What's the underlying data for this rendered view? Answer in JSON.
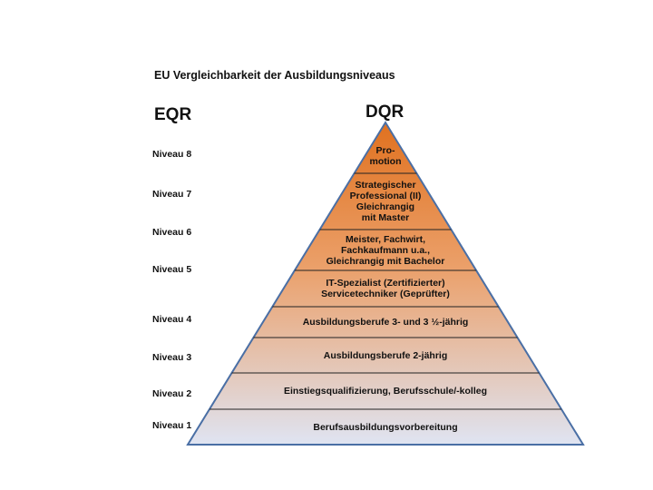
{
  "title": "EU Vergleichbarkeit der Ausbildungsniveaus",
  "eqr_label": "EQR",
  "dqr_label": "DQR",
  "eqr_levels": [
    "Niveau 8",
    "Niveau 7",
    "Niveau 6",
    "Niveau 5",
    "Niveau 4",
    "Niveau 3",
    "Niveau 2",
    "Niveau 1"
  ],
  "dqr_levels": [
    [
      "Pro-",
      "motion"
    ],
    [
      "Strategischer",
      "Professional (II)",
      "Gleichrangig",
      "mit Master"
    ],
    [
      "Meister, Fachwirt,",
      "Fachkaufmann u.a.,",
      "Gleichrangig mit Bachelor"
    ],
    [
      "IT-Spezialist (Zertifizierter)",
      "Servicetechniker (Geprüfter)"
    ],
    [
      "Ausbildungsberufe 3- und 3 ½-jährig"
    ],
    [
      "Ausbildungsberufe 2-jährig"
    ],
    [
      "Einstiegsqualifizierung, Berufsschule/-kolleg"
    ],
    [
      "Berufsausbildungsvorbereitung"
    ]
  ],
  "colors": {
    "top": "#e0711f",
    "bottom": "#dfe4f2",
    "outline": "#4a6fa5"
  }
}
